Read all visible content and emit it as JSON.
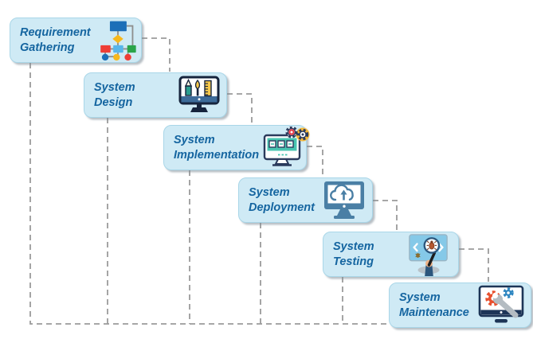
{
  "diagram": {
    "name": "waterfall-sdlc-diagram",
    "steps": [
      {
        "line1": "Requirement",
        "line2": "Gathering",
        "icon": "flowchart-icon"
      },
      {
        "line1": "System",
        "line2": "Design",
        "icon": "design-tools-monitor-icon"
      },
      {
        "line1": "System",
        "line2": "Implementation",
        "icon": "gears-window-monitor-icon"
      },
      {
        "line1": "System",
        "line2": "Deployment",
        "icon": "cloud-upload-monitor-icon"
      },
      {
        "line1": "System",
        "line2": "Testing",
        "icon": "bug-search-magnifier-icon"
      },
      {
        "line1": "System",
        "line2": "Maintenance",
        "icon": "gear-wrench-monitor-icon"
      }
    ],
    "colors": {
      "background": "#ffffff",
      "box_fill": "#cfeaf5",
      "box_border": "#a9d6e8",
      "label_text": "#1565a0",
      "connector": "#9b9b9b",
      "accent_red": "#ee3e36",
      "accent_yellow": "#f6b81d",
      "accent_green": "#2aa44a",
      "accent_blue": "#1c6fb8",
      "accent_teal": "#49c5b1",
      "accent_steel": "#4a7fa5",
      "accent_navy": "#1d3557"
    }
  }
}
